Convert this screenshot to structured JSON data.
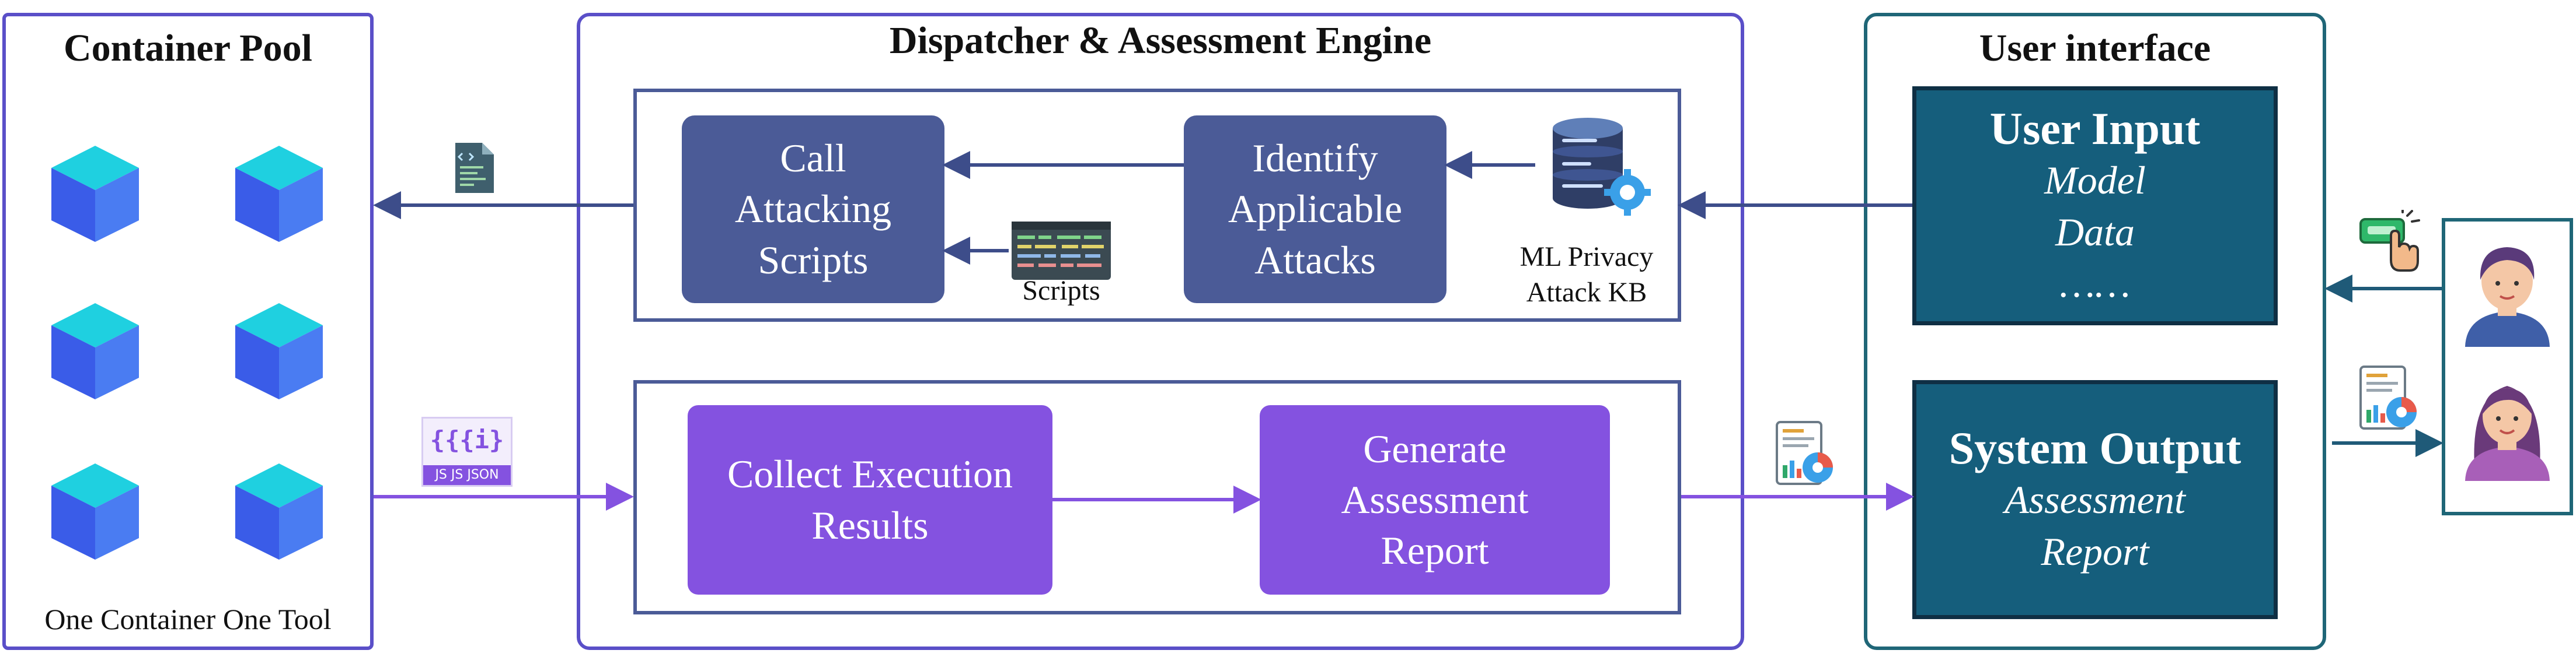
{
  "container_pool": {
    "title": "Container Pool",
    "footer": "One Container One Tool"
  },
  "engine": {
    "title": "Dispatcher & Assessment Engine",
    "call_attacking_scripts": [
      "Call",
      "Attacking",
      "Scripts"
    ],
    "identify_applicable_attacks": [
      "Identify",
      "Applicable",
      "Attacks"
    ],
    "scripts_label": "Scripts",
    "kb_label": [
      "ML Privacy",
      "Attack KB"
    ],
    "collect_execution_results": [
      "Collect Execution",
      "Results"
    ],
    "generate_assessment_report": [
      "Generate",
      "Assessment",
      "Report"
    ]
  },
  "user_interface": {
    "title": "User interface",
    "user_input": {
      "title": "User Input",
      "items": [
        "Model",
        "Data",
        "……"
      ]
    },
    "system_output": {
      "title": "System Output",
      "items": [
        "Assessment",
        "Report"
      ]
    }
  },
  "json_icon": {
    "glyph": "{{{i}",
    "tag": "JS JS JSON"
  },
  "colors": {
    "panel_border": "#5a4fc8",
    "ui_border": "#1f6677",
    "navy_box": "#4b5b97",
    "purple_box": "#8452e0",
    "teal_box": "#155e7c",
    "arrow_navy": "#3d4d8a",
    "arrow_purple": "#8452e0",
    "arrow_teal": "#1f5a78",
    "cube_top": "#1fd0e0",
    "cube_left": "#3a5ce8",
    "cube_right": "#4a7cf2"
  }
}
